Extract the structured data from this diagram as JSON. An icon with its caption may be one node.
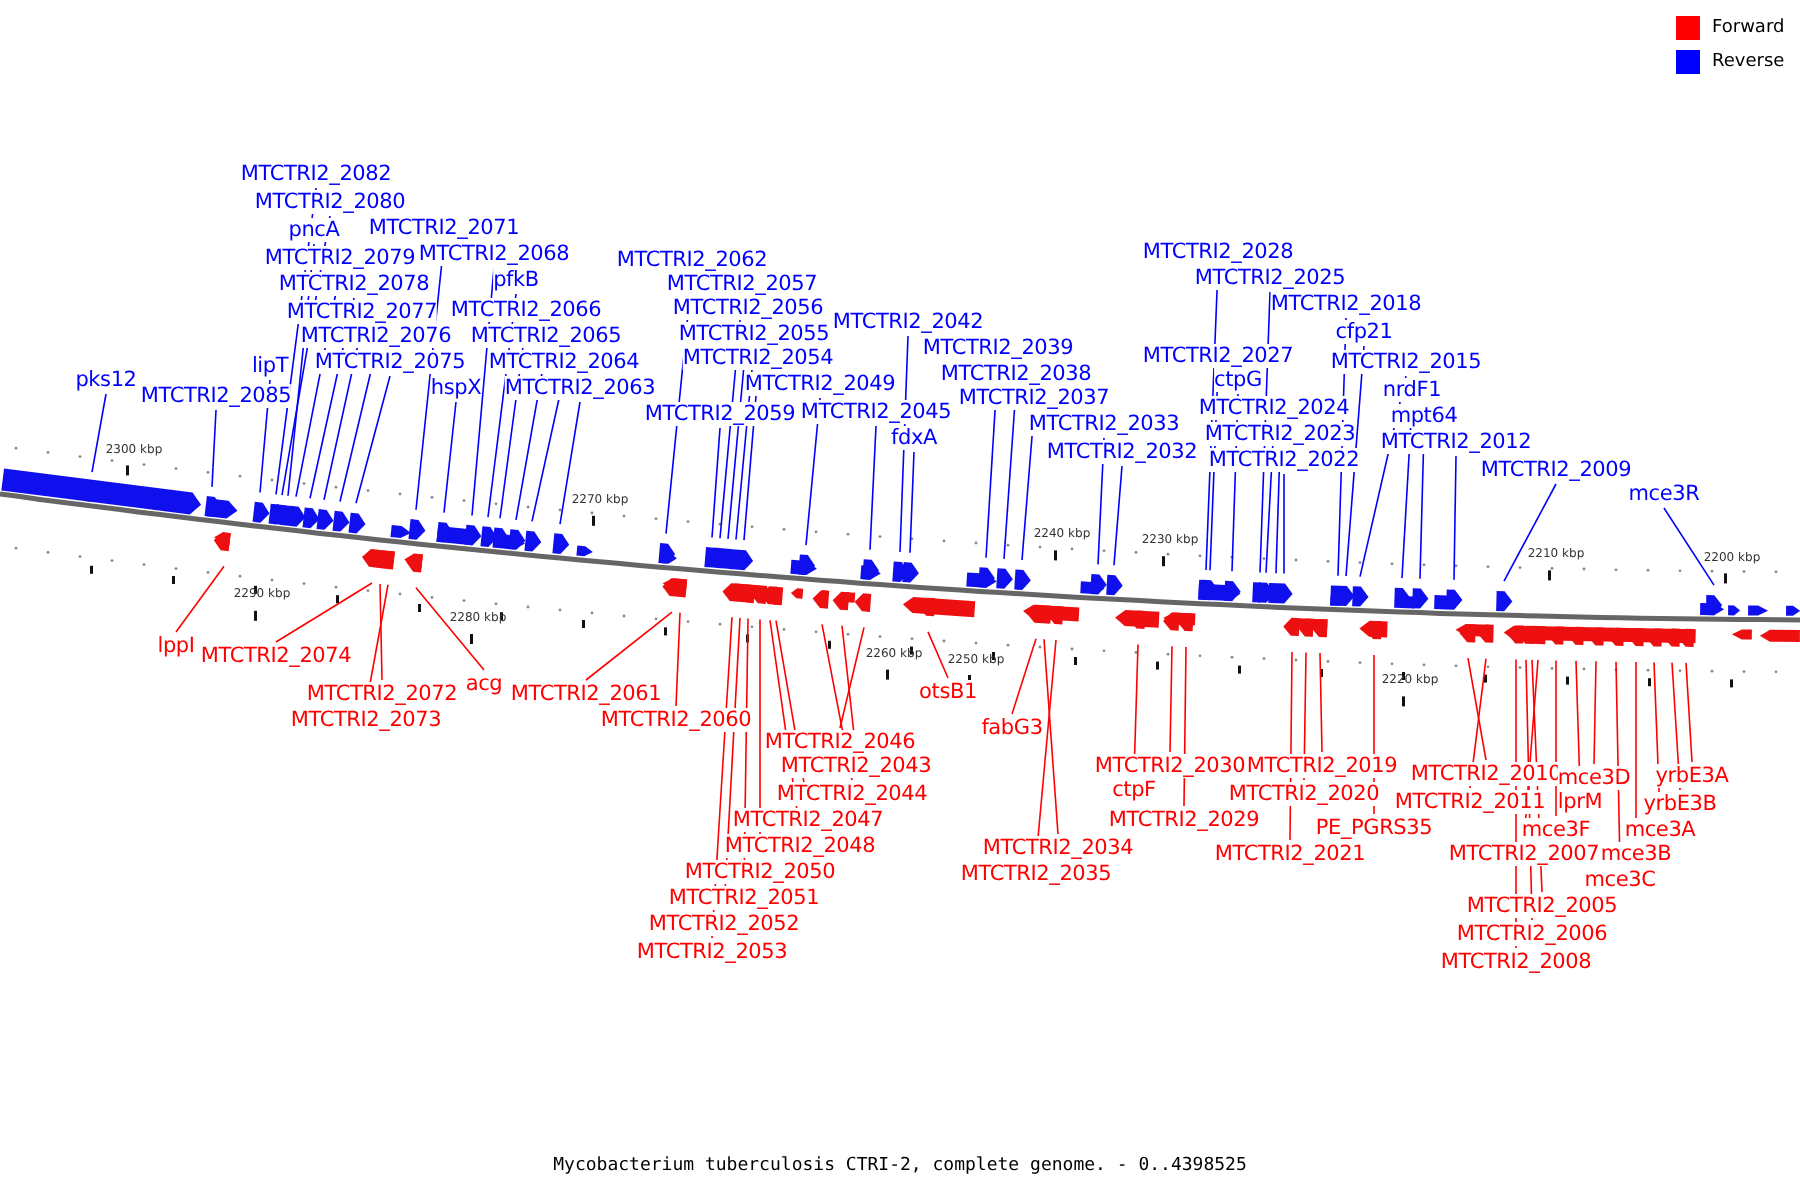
{
  "diagram": {
    "caption": "Mycobacterium tuberculosis CTRI-2, complete genome. - 0..4398525",
    "nodes": [
      {
        "text": [
          "pks12"
        ]
      },
      {
        "text": [
          "MTCTRI2_2085"
        ]
      },
      {
        "text": [
          "MTCTRI2_2082"
        ]
      },
      {
        "text": [
          "MTCTRI2_2080"
        ]
      },
      {
        "text": [
          "pncA"
        ]
      },
      {
        "text": [
          "MTCTRI2_2079"
        ]
      },
      {
        "text": [
          "lipT"
        ]
      },
      {
        "text": [
          "MTCTRI2_2078"
        ]
      },
      {
        "text": [
          "MTCTRI2_2077"
        ]
      },
      {
        "text": [
          "MTCTRI2_2076"
        ]
      },
      {
        "text": [
          "MTCTRI2_2075"
        ]
      },
      {
        "text": [
          "MTCTRI2_2071"
        ]
      },
      {
        "text": [
          "MTCTRI2_2068"
        ]
      },
      {
        "text": [
          "pfkB"
        ]
      },
      {
        "text": [
          "hspX"
        ]
      },
      {
        "text": [
          "MTCTRI2_2066"
        ]
      },
      {
        "text": [
          "MTCTRI2_2065"
        ]
      },
      {
        "text": [
          "MTCTRI2_2064"
        ]
      },
      {
        "text": [
          "MTCTRI2_2063"
        ]
      },
      {
        "text": [
          "MTCTRI2_2062"
        ]
      },
      {
        "text": [
          "MTCTRI2_2057"
        ]
      },
      {
        "text": [
          "MTCTRI2_2056"
        ]
      },
      {
        "text": [
          "MTCTRI2_2055"
        ]
      },
      {
        "text": [
          "MTCTRI2_2054"
        ]
      },
      {
        "text": [
          "MTCTRI2_2059"
        ]
      },
      {
        "text": [
          "MTCTRI2_2049"
        ]
      },
      {
        "text": [
          "MTCTRI2_2042"
        ]
      },
      {
        "text": [
          "MTCTRI2_2045"
        ]
      },
      {
        "text": [
          "fdxA"
        ]
      },
      {
        "text": [
          "MTCTRI2_2039"
        ]
      },
      {
        "text": [
          "MTCTRI2_2038"
        ]
      },
      {
        "text": [
          "MTCTRI2_2037"
        ]
      },
      {
        "text": [
          "MTCTRI2_2033"
        ]
      },
      {
        "text": [
          "MTCTRI2_2032"
        ]
      },
      {
        "text": [
          "MTCTRI2_2028"
        ]
      },
      {
        "text": [
          "MTCTRI2_2025"
        ]
      },
      {
        "text": [
          "MTCTRI2_2018"
        ]
      },
      {
        "text": [
          "cfp21"
        ]
      },
      {
        "text": [
          "MTCTRI2_2015"
        ]
      },
      {
        "text": [
          "MTCTRI2_2027"
        ]
      },
      {
        "text": [
          "ctpG"
        ]
      },
      {
        "text": [
          "MTCTRI2_2024"
        ]
      },
      {
        "text": [
          "MTCTRI2_2023"
        ]
      },
      {
        "text": [
          "MTCTRI2_2022"
        ]
      },
      {
        "text": [
          "nrdF1"
        ]
      },
      {
        "text": [
          "mpt64"
        ]
      },
      {
        "text": [
          "MTCTRI2_2012"
        ]
      },
      {
        "text": [
          "MTCTRI2_2009"
        ]
      },
      {
        "text": [
          "mce3R"
        ]
      },
      {
        "text": [
          "lppI"
        ]
      },
      {
        "text": [
          "MTCTRI2_2074"
        ]
      },
      {
        "text": [
          "MTCTRI2_2072"
        ]
      },
      {
        "text": [
          "MTCTRI2_2073"
        ]
      },
      {
        "text": [
          "acg"
        ]
      },
      {
        "text": [
          "MTCTRI2_2061"
        ]
      },
      {
        "text": [
          "MTCTRI2_2060"
        ]
      },
      {
        "text": [
          "MTCTRI2_2046"
        ]
      },
      {
        "text": [
          "MTCTRI2_2043"
        ]
      },
      {
        "text": [
          "MTCTRI2_2044"
        ]
      },
      {
        "text": [
          "MTCTRI2_2047"
        ]
      },
      {
        "text": [
          "MTCTRI2_2048"
        ]
      },
      {
        "text": [
          "MTCTRI2_2050"
        ]
      },
      {
        "text": [
          "MTCTRI2_2051"
        ]
      },
      {
        "text": [
          "MTCTRI2_2052"
        ]
      },
      {
        "text": [
          "MTCTRI2_2053"
        ]
      },
      {
        "text": [
          "otsB1"
        ]
      },
      {
        "text": [
          "fabG3"
        ]
      },
      {
        "text": [
          "MTCTRI2_2034"
        ]
      },
      {
        "text": [
          "MTCTRI2_2035"
        ]
      },
      {
        "text": [
          "MTCTRI2_2030"
        ]
      },
      {
        "text": [
          "ctpF"
        ]
      },
      {
        "text": [
          "MTCTRI2_2029"
        ]
      },
      {
        "text": [
          "MTCTRI2_2019"
        ]
      },
      {
        "text": [
          "MTCTRI2_2020"
        ]
      },
      {
        "text": [
          "MTCTRI2_2021"
        ]
      },
      {
        "text": [
          "PE_PGRS35"
        ]
      },
      {
        "text": [
          "MTCTRI2_2010"
        ]
      },
      {
        "text": [
          "MTCTRI2_2011"
        ]
      },
      {
        "text": [
          "mce3D"
        ]
      },
      {
        "text": [
          "lprM"
        ]
      },
      {
        "text": [
          "mce3F"
        ]
      },
      {
        "text": [
          "MTCTRI2_2007"
        ]
      },
      {
        "text": [
          "mce3B"
        ]
      },
      {
        "text": [
          "mce3A"
        ]
      },
      {
        "text": [
          "mce3C"
        ]
      },
      {
        "text": [
          "yrbE3A"
        ]
      },
      {
        "text": [
          "yrbE3B"
        ]
      },
      {
        "text": [
          "MTCTRI2_2005"
        ]
      },
      {
        "text": [
          "MTCTRI2_2006"
        ]
      },
      {
        "text": [
          "MTCTRI2_2008"
        ]
      }
    ],
    "edges": [
      {
        "from": 0,
        "to": null,
        "arrow": "none",
        "color": "#0000ff"
      },
      {
        "from": 1,
        "to": null,
        "arrow": "none",
        "color": "#0000ff"
      },
      {
        "from": 2,
        "to": null,
        "arrow": "none",
        "color": "#0000ff"
      },
      {
        "from": 3,
        "to": null,
        "arrow": "none",
        "color": "#0000ff"
      },
      {
        "from": 4,
        "to": null,
        "arrow": "none",
        "color": "#0000ff"
      },
      {
        "from": 5,
        "to": null,
        "arrow": "none",
        "color": "#0000ff"
      },
      {
        "from": 6,
        "to": null,
        "arrow": "none",
        "color": "#0000ff"
      },
      {
        "from": 7,
        "to": null,
        "arrow": "none",
        "color": "#0000ff"
      },
      {
        "from": 8,
        "to": null,
        "arrow": "none",
        "color": "#0000ff"
      },
      {
        "from": 9,
        "to": null,
        "arrow": "none",
        "color": "#0000ff"
      },
      {
        "from": 10,
        "to": null,
        "arrow": "none",
        "color": "#0000ff"
      },
      {
        "from": 11,
        "to": null,
        "arrow": "none",
        "color": "#0000ff"
      },
      {
        "from": 12,
        "to": null,
        "arrow": "none",
        "color": "#0000ff"
      },
      {
        "from": 13,
        "to": null,
        "arrow": "none",
        "color": "#0000ff"
      },
      {
        "from": 14,
        "to": null,
        "arrow": "none",
        "color": "#0000ff"
      },
      {
        "from": 15,
        "to": null,
        "arrow": "none",
        "color": "#0000ff"
      },
      {
        "from": 16,
        "to": null,
        "arrow": "none",
        "color": "#0000ff"
      },
      {
        "from": 17,
        "to": null,
        "arrow": "none",
        "color": "#0000ff"
      },
      {
        "from": 18,
        "to": null,
        "arrow": "none",
        "color": "#0000ff"
      },
      {
        "from": 19,
        "to": null,
        "arrow": "none",
        "color": "#0000ff"
      },
      {
        "from": 20,
        "to": null,
        "arrow": "none",
        "color": "#0000ff"
      },
      {
        "from": 21,
        "to": null,
        "arrow": "none",
        "color": "#0000ff"
      },
      {
        "from": 22,
        "to": null,
        "arrow": "none",
        "color": "#0000ff"
      },
      {
        "from": 23,
        "to": null,
        "arrow": "none",
        "color": "#0000ff"
      },
      {
        "from": 24,
        "to": null,
        "arrow": "none",
        "color": "#0000ff"
      },
      {
        "from": 25,
        "to": null,
        "arrow": "none",
        "color": "#0000ff"
      },
      {
        "from": 26,
        "to": null,
        "arrow": "none",
        "color": "#0000ff"
      },
      {
        "from": 27,
        "to": null,
        "arrow": "none",
        "color": "#0000ff"
      },
      {
        "from": 28,
        "to": null,
        "arrow": "none",
        "color": "#0000ff"
      },
      {
        "from": 29,
        "to": null,
        "arrow": "none",
        "color": "#0000ff"
      },
      {
        "from": 30,
        "to": null,
        "arrow": "none",
        "color": "#0000ff"
      },
      {
        "from": 31,
        "to": null,
        "arrow": "none",
        "color": "#0000ff"
      },
      {
        "from": 32,
        "to": null,
        "arrow": "none",
        "color": "#0000ff"
      },
      {
        "from": 33,
        "to": null,
        "arrow": "none",
        "color": "#0000ff"
      },
      {
        "from": 34,
        "to": null,
        "arrow": "none",
        "color": "#0000ff"
      },
      {
        "from": 35,
        "to": null,
        "arrow": "none",
        "color": "#0000ff"
      },
      {
        "from": 36,
        "to": null,
        "arrow": "none",
        "color": "#0000ff"
      },
      {
        "from": 37,
        "to": null,
        "arrow": "none",
        "color": "#0000ff"
      },
      {
        "from": 38,
        "to": null,
        "arrow": "none",
        "color": "#0000ff"
      },
      {
        "from": 39,
        "to": null,
        "arrow": "none",
        "color": "#0000ff"
      },
      {
        "from": 40,
        "to": null,
        "arrow": "none",
        "color": "#0000ff"
      },
      {
        "from": 41,
        "to": null,
        "arrow": "none",
        "color": "#0000ff"
      },
      {
        "from": 42,
        "to": null,
        "arrow": "none",
        "color": "#0000ff"
      },
      {
        "from": 43,
        "to": null,
        "arrow": "none",
        "color": "#0000ff"
      },
      {
        "from": 44,
        "to": null,
        "arrow": "none",
        "color": "#0000ff"
      },
      {
        "from": 45,
        "to": null,
        "arrow": "none",
        "color": "#0000ff"
      },
      {
        "from": 46,
        "to": null,
        "arrow": "none",
        "color": "#0000ff"
      },
      {
        "from": 47,
        "to": null,
        "arrow": "none",
        "color": "#0000ff"
      },
      {
        "from": 48,
        "to": null,
        "arrow": "none",
        "color": "#0000ff"
      },
      {
        "from": 49,
        "to": null,
        "arrow": "none",
        "color": "#ff0000"
      },
      {
        "from": 50,
        "to": null,
        "arrow": "none",
        "color": "#ff0000"
      },
      {
        "from": 51,
        "to": null,
        "arrow": "none",
        "color": "#ff0000"
      },
      {
        "from": 52,
        "to": null,
        "arrow": "none",
        "color": "#ff0000"
      },
      {
        "from": 53,
        "to": null,
        "arrow": "none",
        "color": "#ff0000"
      },
      {
        "from": 54,
        "to": null,
        "arrow": "none",
        "color": "#ff0000"
      },
      {
        "from": 55,
        "to": null,
        "arrow": "none",
        "color": "#ff0000"
      },
      {
        "from": 56,
        "to": null,
        "arrow": "none",
        "color": "#ff0000"
      },
      {
        "from": 57,
        "to": null,
        "arrow": "none",
        "color": "#ff0000"
      },
      {
        "from": 58,
        "to": null,
        "arrow": "none",
        "color": "#ff0000"
      },
      {
        "from": 59,
        "to": null,
        "arrow": "none",
        "color": "#ff0000"
      },
      {
        "from": 60,
        "to": null,
        "arrow": "none",
        "color": "#ff0000"
      },
      {
        "from": 61,
        "to": null,
        "arrow": "none",
        "color": "#ff0000"
      },
      {
        "from": 62,
        "to": null,
        "arrow": "none",
        "color": "#ff0000"
      },
      {
        "from": 63,
        "to": null,
        "arrow": "none",
        "color": "#ff0000"
      },
      {
        "from": 64,
        "to": null,
        "arrow": "none",
        "color": "#ff0000"
      },
      {
        "from": 65,
        "to": null,
        "arrow": "none",
        "color": "#ff0000"
      },
      {
        "from": 66,
        "to": null,
        "arrow": "none",
        "color": "#ff0000"
      },
      {
        "from": 67,
        "to": null,
        "arrow": "none",
        "color": "#ff0000"
      },
      {
        "from": 68,
        "to": null,
        "arrow": "none",
        "color": "#ff0000"
      },
      {
        "from": 69,
        "to": null,
        "arrow": "none",
        "color": "#ff0000"
      },
      {
        "from": 70,
        "to": null,
        "arrow": "none",
        "color": "#ff0000"
      },
      {
        "from": 71,
        "to": null,
        "arrow": "none",
        "color": "#ff0000"
      },
      {
        "from": 72,
        "to": null,
        "arrow": "none",
        "color": "#ff0000"
      },
      {
        "from": 73,
        "to": null,
        "arrow": "none",
        "color": "#ff0000"
      },
      {
        "from": 74,
        "to": null,
        "arrow": "none",
        "color": "#ff0000"
      },
      {
        "from": 75,
        "to": null,
        "arrow": "none",
        "color": "#ff0000"
      },
      {
        "from": 76,
        "to": null,
        "arrow": "none",
        "color": "#ff0000"
      },
      {
        "from": 77,
        "to": null,
        "arrow": "none",
        "color": "#ff0000"
      },
      {
        "from": 78,
        "to": null,
        "arrow": "none",
        "color": "#ff0000"
      },
      {
        "from": 79,
        "to": null,
        "arrow": "none",
        "color": "#ff0000"
      },
      {
        "from": 80,
        "to": null,
        "arrow": "none",
        "color": "#ff0000"
      },
      {
        "from": 81,
        "to": null,
        "arrow": "none",
        "color": "#ff0000"
      },
      {
        "from": 82,
        "to": null,
        "arrow": "none",
        "color": "#ff0000"
      },
      {
        "from": 83,
        "to": null,
        "arrow": "none",
        "color": "#ff0000"
      },
      {
        "from": 84,
        "to": null,
        "arrow": "none",
        "color": "#ff0000"
      },
      {
        "from": 85,
        "to": null,
        "arrow": "none",
        "color": "#ff0000"
      },
      {
        "from": 86,
        "to": null,
        "arrow": "none",
        "color": "#ff0000"
      },
      {
        "from": 87,
        "to": null,
        "arrow": "none",
        "color": "#ff0000"
      },
      {
        "from": 88,
        "to": null,
        "arrow": "none",
        "color": "#ff0000"
      },
      {
        "from": 89,
        "to": null,
        "arrow": "none",
        "color": "#ff0000"
      }
    ],
    "labels": [
      "2300 kbp",
      "2290 kbp",
      "2280 kbp",
      "2270 kbp",
      "2260 kbp",
      "2250 kbp",
      "2240 kbp",
      "2230 kbp",
      "2220 kbp",
      "2210 kbp",
      "2200 kbp"
    ],
    "legend": [
      {
        "text": "Forward",
        "color": "#ff0000"
      },
      {
        "text": "Reverse",
        "color": "#0000ff"
      }
    ]
  }
}
